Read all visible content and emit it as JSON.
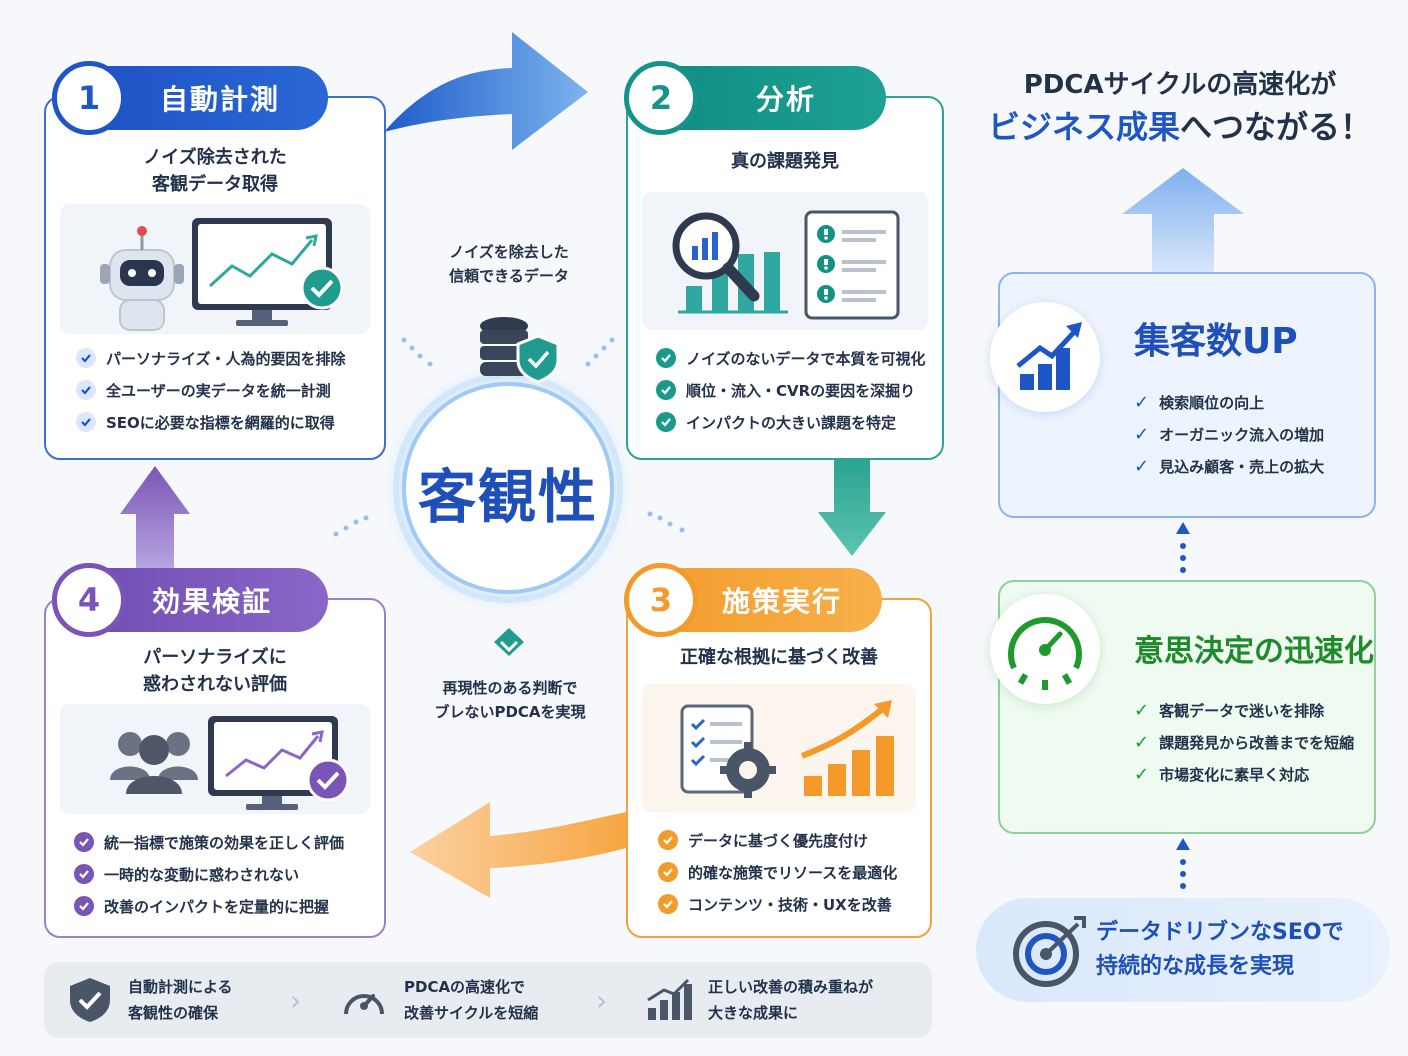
{
  "steps": [
    {
      "num": "1",
      "title": "自動計測",
      "subtitle_1": "ノイズ除去された",
      "subtitle_2": "客観データ取得",
      "items": [
        "パーソナライズ・人為的要因を排除",
        "全ユーザーの実データを統一計測",
        "SEOに必要な指標を網羅的に取得"
      ]
    },
    {
      "num": "2",
      "title": "分析",
      "subtitle_1": "真の課題発見",
      "items": [
        "ノイズのないデータで本質を可視化",
        "順位・流入・CVRの要因を深掘り",
        "インパクトの大きい課題を特定"
      ]
    },
    {
      "num": "3",
      "title": "施策実行",
      "subtitle_1": "正確な根拠に基づく改善",
      "items": [
        "データに基づく優先度付け",
        "的確な施策でリソースを最適化",
        "コンテンツ・技術・UXを改善"
      ]
    },
    {
      "num": "4",
      "title": "効果検証",
      "subtitle_1": "パーソナライズに",
      "subtitle_2": "惑わされない評価",
      "items": [
        "統一指標で施策の効果を正しく評価",
        "一時的な変動に惑わされない",
        "改善のインパクトを定量的に把握"
      ]
    }
  ],
  "center": {
    "title": "客観性",
    "top_1": "ノイズを除去した",
    "top_2": "信頼できるデータ",
    "bottom_1": "再現性のある判断で",
    "bottom_2": "ブレないPDCAを実現"
  },
  "right": {
    "headline_1": "PDCAサイクルの高速化が",
    "headline_2a": "ビジネス成果",
    "headline_2b": "へつながる！",
    "result1": {
      "title": "集客数UP",
      "items": [
        "検索順位の向上",
        "オーガニック流入の増加",
        "見込み顧客・売上の拡大"
      ]
    },
    "result2": {
      "title": "意思決定の迅速化",
      "items": [
        "客観データで迷いを排除",
        "課題発見から改善までを短縮",
        "市場変化に素早く対応"
      ]
    },
    "foundation_1": "データドリブンなSEOで",
    "foundation_2": "持続的な成長を実現"
  },
  "bottom_bar": [
    {
      "line1": "自動計測による",
      "line2": "客観性の確保",
      "icon": "shield-check-icon"
    },
    {
      "line1": "PDCAの高速化で",
      "line2": "改善サイクルを短縮",
      "icon": "speedometer-icon"
    },
    {
      "line1": "正しい改善の積み重ねが",
      "line2": "大きな成果に",
      "icon": "bar-chart-icon"
    }
  ],
  "colors": {
    "step1": "#1f56c6",
    "step2": "#13938a",
    "step3": "#f39a2a",
    "step4": "#7a55b8",
    "result1": "#1f56c6",
    "result2": "#1f9a2e"
  }
}
